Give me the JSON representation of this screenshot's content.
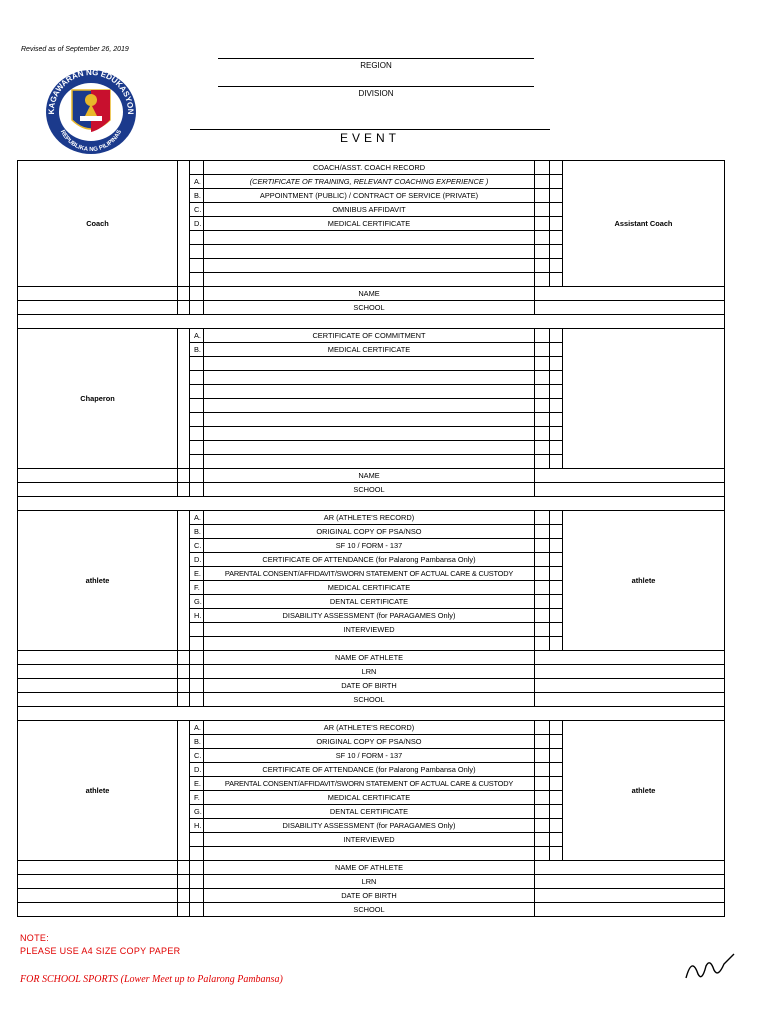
{
  "revised": "Revised as of September 26, 2019",
  "seal": {
    "top_text": "KAGAWARAN NG EDUKASYON",
    "bottom_text": "REPUBLIKA NG PILIPINAS",
    "colors": {
      "ring": "#1b3a8c",
      "red": "#c8102e",
      "gold": "#e8b82a"
    }
  },
  "header": {
    "region": "REGION",
    "division": "DIVISION",
    "event": "EVENT"
  },
  "coach_section": {
    "left_label": "Coach",
    "right_label": "Assistant Coach",
    "title": "COACH/ASST. COACH RECORD",
    "items": [
      {
        "letter": "A.",
        "text": "(CERTIFICATE OF TRAINING, RELEVANT COACHING EXPERIENCE )"
      },
      {
        "letter": "B.",
        "text": "APPOINTMENT (PUBLIC) / CONTRACT OF SERVICE (PRIVATE)"
      },
      {
        "letter": "C.",
        "text": "OMNIBUS AFFIDAVIT"
      },
      {
        "letter": "D.",
        "text": "MEDICAL CERTIFICATE"
      }
    ],
    "name_label": "NAME",
    "school_label": "SCHOOL"
  },
  "chaperon_section": {
    "left_label": "Chaperon",
    "items": [
      {
        "letter": "A.",
        "text": "CERTIFICATE OF COMMITMENT"
      },
      {
        "letter": "B.",
        "text": "MEDICAL CERTIFICATE"
      }
    ],
    "name_label": "NAME",
    "school_label": "SCHOOL"
  },
  "athlete_sections": [
    {
      "left_label": "athlete",
      "right_label": "athlete",
      "items": [
        {
          "letter": "A.",
          "text": "AR (ATHLETE'S RECORD)"
        },
        {
          "letter": "B.",
          "text": "ORIGINAL COPY OF PSA/NSO"
        },
        {
          "letter": "C.",
          "text": "SF 10 / FORM - 137"
        },
        {
          "letter": "D.",
          "text": "CERTIFICATE OF ATTENDANCE (for Palarong Pambansa Only)"
        },
        {
          "letter": "E.",
          "text": "PARENTAL CONSENT/AFFIDAVIT/SWORN STATEMENT OF ACTUAL CARE & CUSTODY"
        },
        {
          "letter": "F.",
          "text": "MEDICAL CERTIFICATE"
        },
        {
          "letter": "G.",
          "text": "DENTAL CERTIFICATE"
        },
        {
          "letter": "H.",
          "text": "DISABILITY ASSESSMENT (for PARAGAMES Only)"
        }
      ],
      "interviewed": "INTERVIEWED",
      "fields": [
        "NAME OF ATHLETE",
        "LRN",
        "DATE OF BIRTH",
        "SCHOOL"
      ]
    },
    {
      "left_label": "athlete",
      "right_label": "athlete",
      "items": [
        {
          "letter": "A.",
          "text": "AR (ATHLETE'S RECORD)"
        },
        {
          "letter": "B.",
          "text": "ORIGINAL COPY OF PSA/NSO"
        },
        {
          "letter": "C.",
          "text": "SF 10 / FORM - 137"
        },
        {
          "letter": "D.",
          "text": "CERTIFICATE OF ATTENDANCE (for Palarong Pambansa Only)"
        },
        {
          "letter": "E.",
          "text": "PARENTAL CONSENT/AFFIDAVIT/SWORN STATEMENT OF ACTUAL CARE & CUSTODY"
        },
        {
          "letter": "F.",
          "text": "MEDICAL CERTIFICATE"
        },
        {
          "letter": "G.",
          "text": "DENTAL CERTIFICATE"
        },
        {
          "letter": "H.",
          "text": "DISABILITY ASSESSMENT (for PARAGAMES Only)"
        }
      ],
      "interviewed": "INTERVIEWED",
      "fields": [
        "NAME OF ATHLETE",
        "LRN",
        "DATE OF BIRTH",
        "SCHOOL"
      ]
    }
  ],
  "note": {
    "label": "NOTE:",
    "text": "PLEASE USE A4 SIZE COPY PAPER",
    "footer": "FOR SCHOOL SPORTS (Lower Meet up to Palarong Pambansa)",
    "color": "#e00000"
  }
}
